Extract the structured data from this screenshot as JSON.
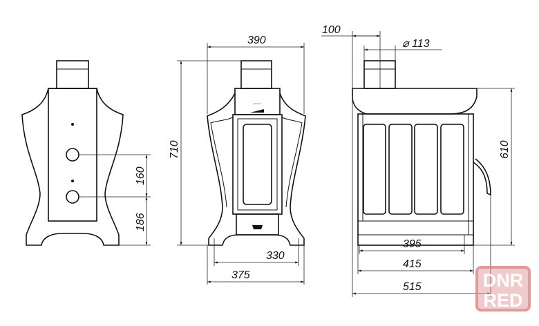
{
  "dimensions": {
    "front_width": "390",
    "height": "710",
    "front_base_inner": "330",
    "front_base_outer": "375",
    "flue_offset": "100",
    "flue_diameter": "⌀ 113",
    "side_height": "610",
    "side_inner": "395",
    "side_body": "415",
    "side_total": "515",
    "back_hole_spacing": "160",
    "back_hole_height": "186"
  },
  "watermark": {
    "line1": "DNR",
    "line2": "RED"
  }
}
